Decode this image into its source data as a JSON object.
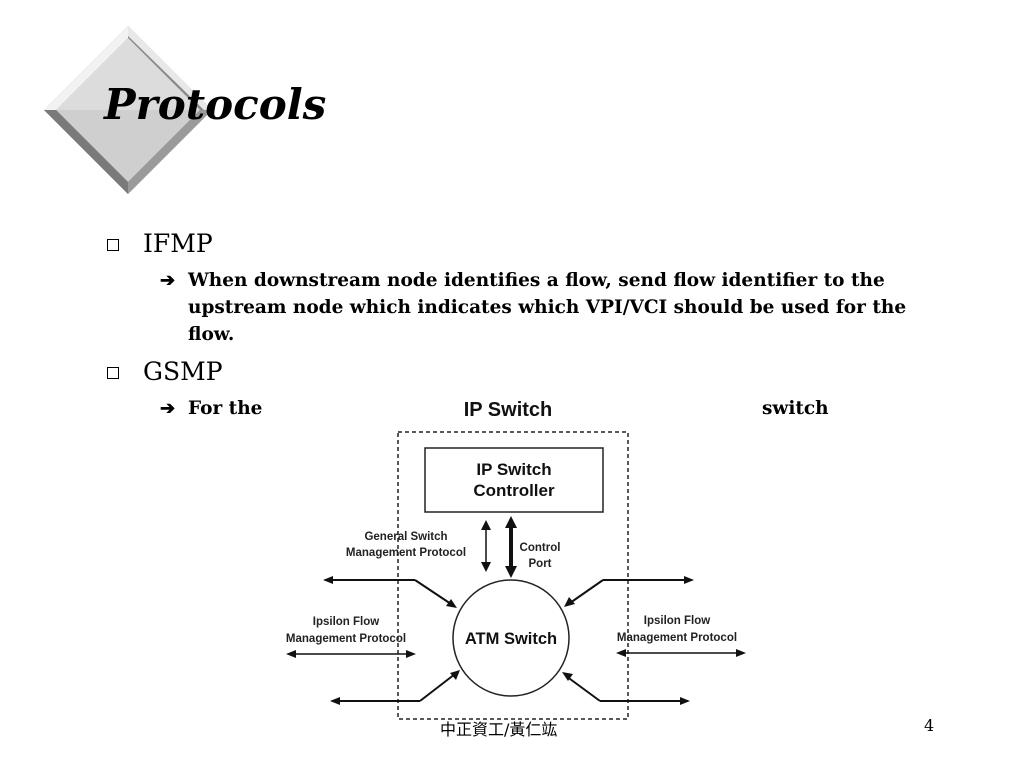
{
  "slide": {
    "title": "Protocols",
    "page_number": "4",
    "footer": "中正資工/黃仁竑"
  },
  "bullets": [
    {
      "label": "IFMP",
      "sub": "When downstream node identifies a flow, send flow identifier to the upstream node which indicates which VPI/VCI should be used for the flow."
    },
    {
      "label": "GSMP",
      "sub_left": "For the",
      "sub_right": "switch"
    }
  ],
  "diagram": {
    "title": "IP Switch",
    "controller_line1": "IP Switch",
    "controller_line2": "Controller",
    "gsmp_line1": "General Switch",
    "gsmp_line2": "Management Protocol",
    "control_line1": "Control",
    "control_line2": "Port",
    "atm_switch": "ATM Switch",
    "ifmp_left_line1": "Ipsilon Flow",
    "ifmp_left_line2": "Management Protocol",
    "ifmp_right_line1": "Ipsilon Flow",
    "ifmp_right_line2": "Management Protocol"
  }
}
